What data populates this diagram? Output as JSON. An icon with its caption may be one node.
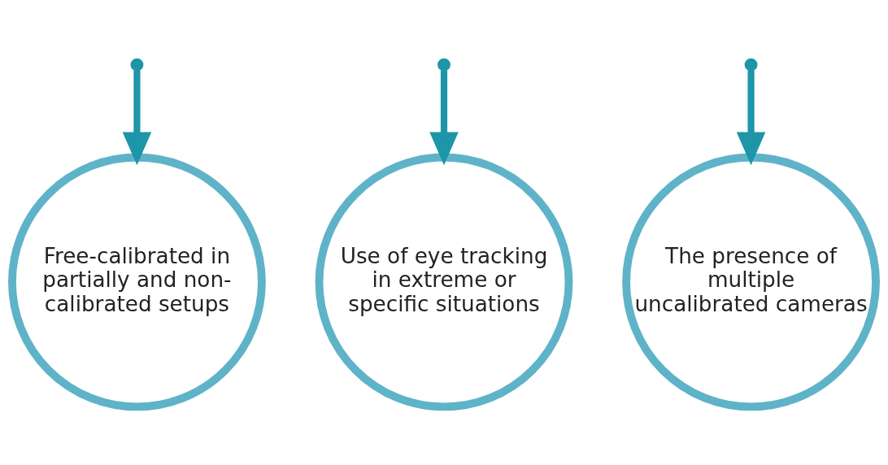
{
  "diagram": {
    "nodes": [
      {
        "text": [
          "Free-calibrated in partially and non-calibrated setups"
        ]
      },
      {
        "text": [
          "Use of eye tracking in extreme or specific situations"
        ]
      },
      {
        "text": [
          "The presence of multiple uncalibrated cameras"
        ]
      }
    ],
    "edges": [
      {
        "from": null,
        "to": 0,
        "arrow": "to"
      },
      {
        "from": null,
        "to": 1,
        "arrow": "to"
      },
      {
        "from": null,
        "to": 2,
        "arrow": "to"
      }
    ]
  }
}
